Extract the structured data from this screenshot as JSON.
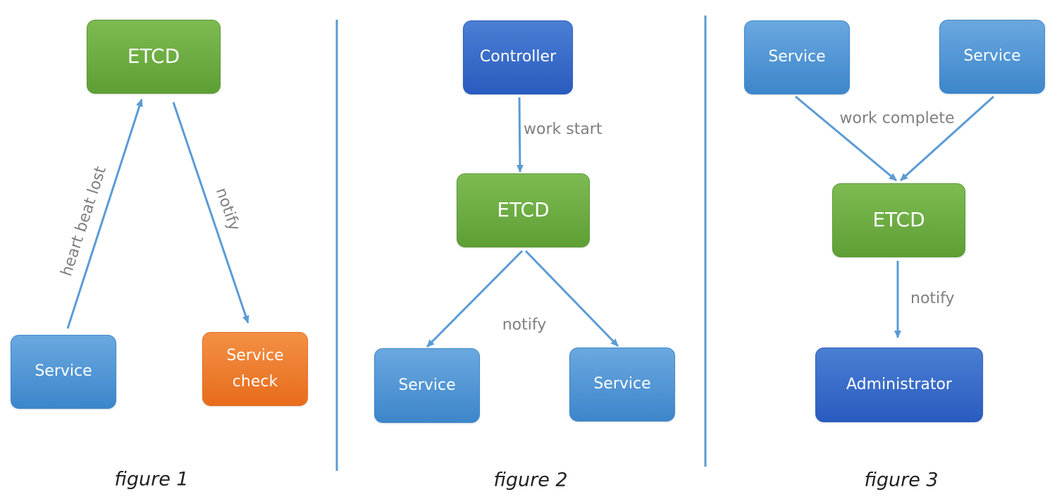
{
  "colors": {
    "etcd": "#6aad3f",
    "service": "#4a90d6",
    "controller": "#3366c8",
    "service_check": "#ec7a2c",
    "arrow": "#5b9bd5",
    "label_text": "#7f7f7f",
    "divider": "#5b9bd5"
  },
  "figure1": {
    "etcd": "ETCD",
    "service": "Service",
    "service_check_line1": "Service",
    "service_check_line2": "check",
    "heartbeat_label": "heart beat lost",
    "notify_label": "notify",
    "caption": "figure 1"
  },
  "figure2": {
    "controller": "Controller",
    "etcd": "ETCD",
    "service_left": "Service",
    "service_right": "Service",
    "work_start_label": "work start",
    "notify_label": "notify",
    "caption": "figure 2"
  },
  "figure3": {
    "service_left": "Service",
    "service_right": "Service",
    "etcd": "ETCD",
    "administrator": "Administrator",
    "work_complete_label": "work complete",
    "notify_label": "notify",
    "caption": "figure 3"
  }
}
